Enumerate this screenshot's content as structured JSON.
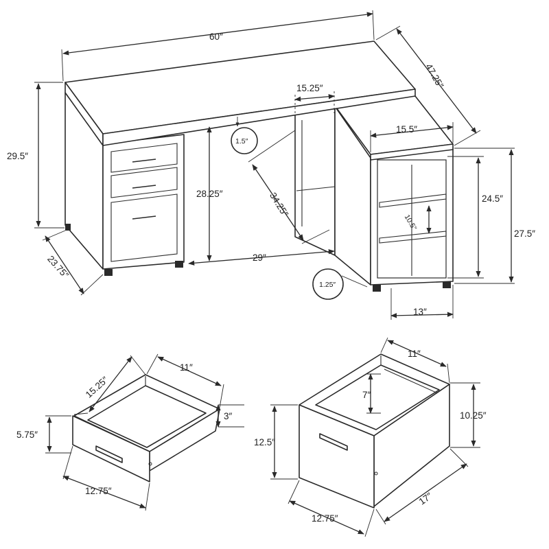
{
  "desk": {
    "width": "60″",
    "depth_right": "47.25″",
    "height": "29.5″",
    "cabinet_depth": "23.75″",
    "inner_height": "28.25″",
    "kneespace_width": "29″",
    "top_thickness": "1.5″",
    "shelf_opening_width": "15.25″",
    "return_length": "34.25″",
    "bookcase_top_width": "15.5″",
    "bookcase_height": "27.5″",
    "bookcase_inner_height": "24.5″",
    "shelf_spacing": "10.5″",
    "bookcase_depth": "13″",
    "leg_height": "1.25″"
  },
  "drawer_small": {
    "depth": "15.25″",
    "width_inner": "11″",
    "inner_height": "3″",
    "front_height": "5.75″",
    "front_width": "12.75″"
  },
  "drawer_file": {
    "width_inner": "11″",
    "inner_height": "7″",
    "side_height": "10.25″",
    "front_height": "12.5″",
    "front_width": "12.75″",
    "depth": "17″"
  },
  "colors": {
    "line": "#2a2a2a",
    "background": "#ffffff"
  }
}
